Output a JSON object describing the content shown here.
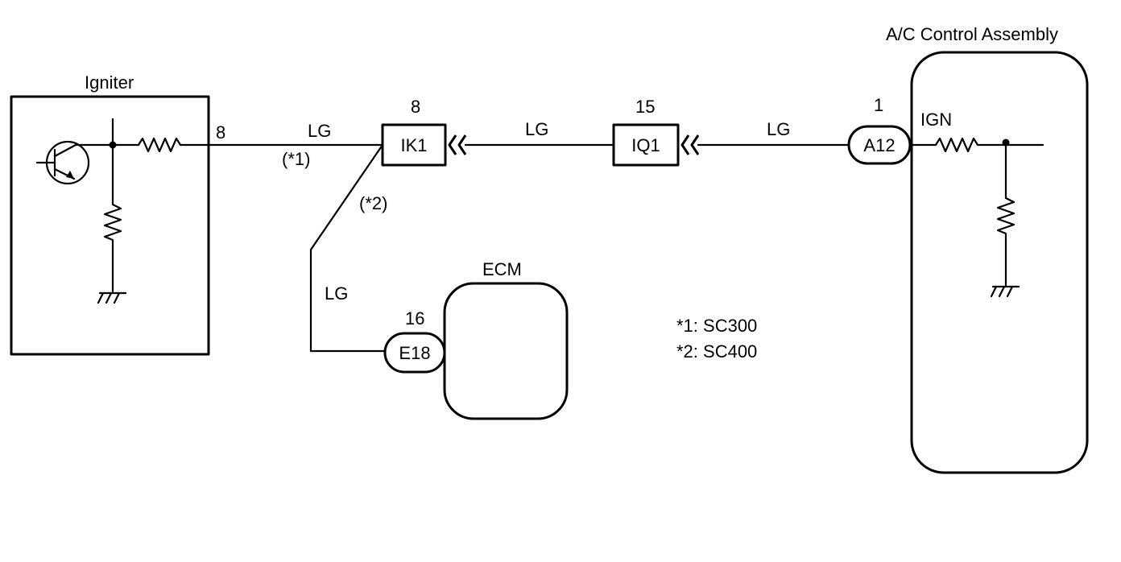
{
  "components": {
    "igniter": {
      "title": "Igniter",
      "pin": "8"
    },
    "ac_control": {
      "title": "A/C Control Assembly",
      "terminal": "IGN"
    },
    "ecm": {
      "title": "ECM"
    }
  },
  "connectors": {
    "ik1": {
      "code": "IK1",
      "pin": "8"
    },
    "iq1": {
      "code": "IQ1",
      "pin": "15"
    },
    "a12": {
      "code": "A12",
      "pin": "1"
    },
    "e18": {
      "code": "E18",
      "pin": "16"
    }
  },
  "wires": {
    "igniter_to_ik1": {
      "color": "LG",
      "variant": "(*1)"
    },
    "ik1_to_iq1": {
      "color": "LG"
    },
    "iq1_to_a12": {
      "color": "LG"
    },
    "ik1_to_e18": {
      "color": "LG",
      "variant": "(*2)"
    }
  },
  "notes": [
    "*1: SC300",
    "*2: SC400"
  ]
}
